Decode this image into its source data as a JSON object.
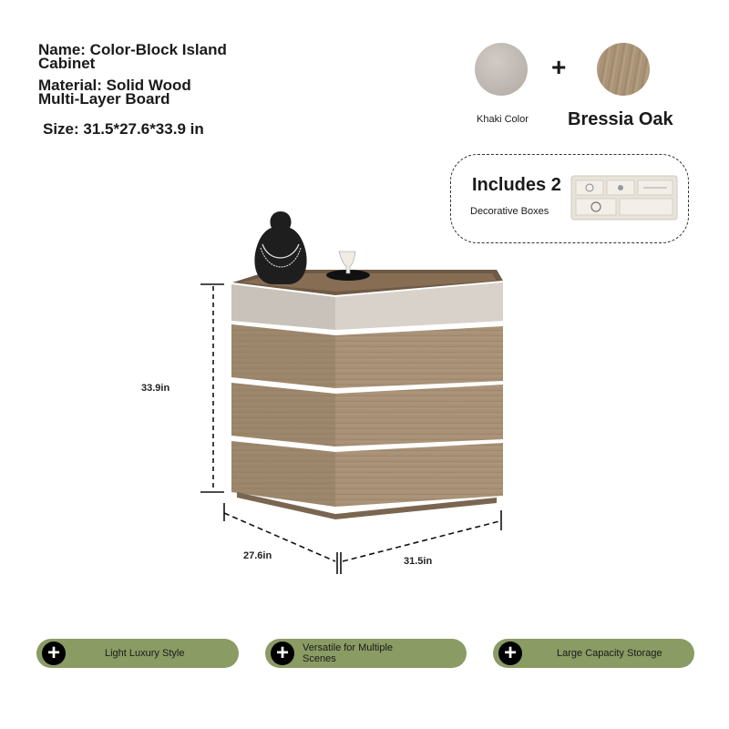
{
  "product": {
    "name_line1": "Name: Color-Block Island",
    "name_line2": "Cabinet",
    "material_line1": "Material: Solid Wood",
    "material_line2": "Multi-Layer Board",
    "size": "Size: 31.5*27.6*33.9 in"
  },
  "colors": {
    "plus": "+",
    "khaki_label": "Khaki Color",
    "oak_label": "Bressia Oak",
    "khaki_hex": "#bdb5ae",
    "oak_hex": "#a68e72"
  },
  "includes": {
    "title": "Includes 2",
    "subtitle": "Decorative Boxes"
  },
  "dimensions": {
    "height": "33.9in",
    "depth": "27.6in",
    "width": "31.5in"
  },
  "features": [
    {
      "label": "Light Luxury Style",
      "icon": "plus-circle-icon"
    },
    {
      "label": "Versatile for Multiple Scenes",
      "icon": "plus-circle-icon"
    },
    {
      "label": "Large Capacity Storage",
      "icon": "plus-circle-icon"
    }
  ],
  "accent": {
    "feature_green": "#8a9b64"
  }
}
